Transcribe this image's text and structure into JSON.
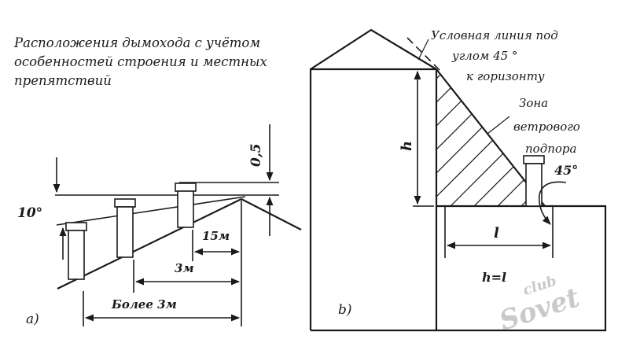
{
  "caption": {
    "line1": "Расположения дымохода с учётом",
    "line2": "особенностей строения и местных",
    "line3": "препятствий"
  },
  "diagram_a": {
    "panel_label": "a)",
    "angle_label": "10°",
    "height_label": "0,5",
    "dim_15m": "15м",
    "dim_3m": "3м",
    "dim_more_3m": "Более 3м"
  },
  "diagram_b": {
    "panel_label": "b)",
    "annotation_line1": "Условная линия под",
    "annotation_line2": "углом 45 °",
    "annotation_line3": "к горизонту",
    "zone_line1": "Зона",
    "zone_line2": "ветрового",
    "zone_line3": "подпора",
    "angle_label": "45°",
    "height_label": "h",
    "distance_label": "l",
    "equation": "h=l"
  },
  "watermark": {
    "top": "club",
    "bottom": "Sovet"
  }
}
